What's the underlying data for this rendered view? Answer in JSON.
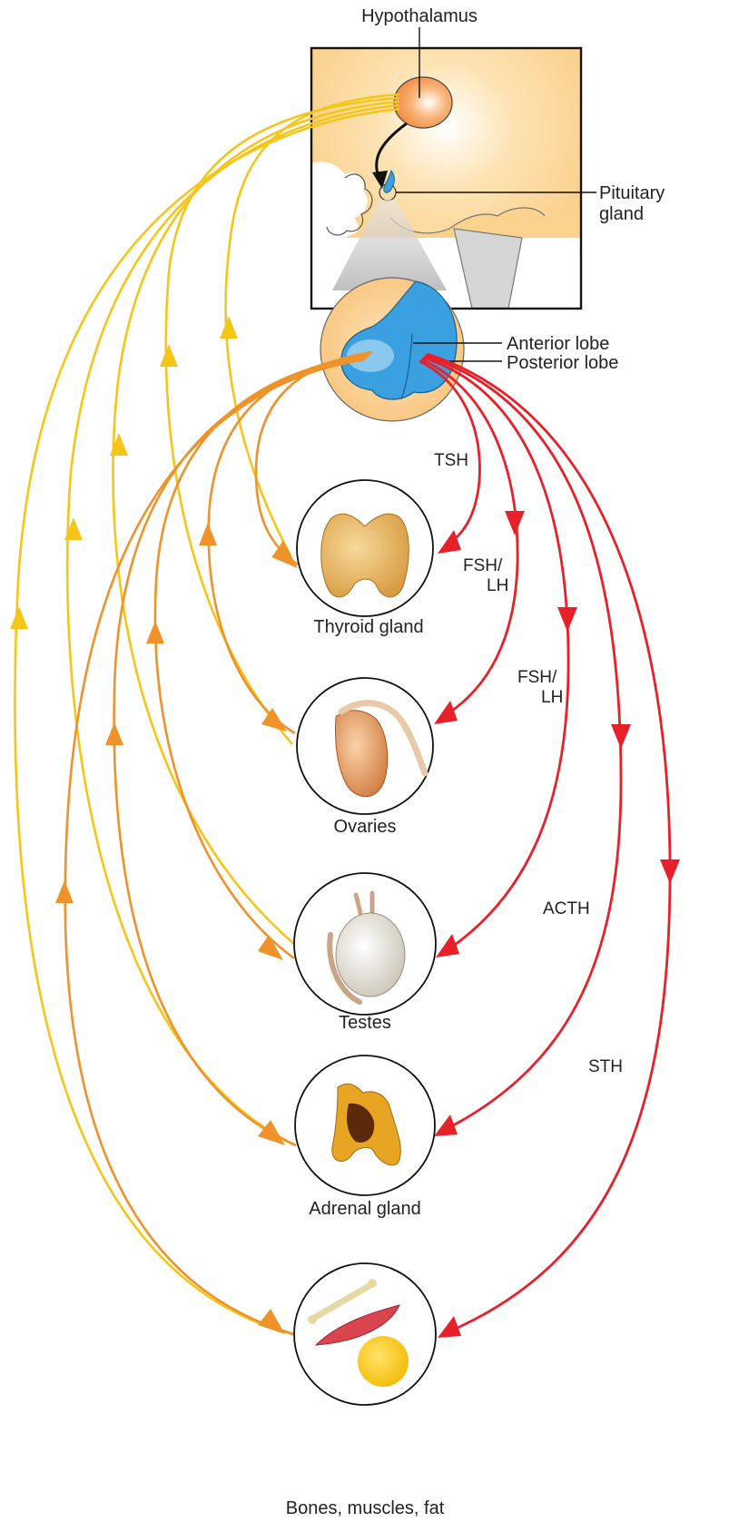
{
  "labels": {
    "hypothalamus": "Hypothalamus",
    "pituitary_1": "Pituitary",
    "pituitary_2": "gland",
    "anterior_lobe": "Anterior lobe",
    "posterior_lobe": "Posterior lobe"
  },
  "hormones": {
    "tsh": "TSH",
    "fsh_lh_1a": "FSH/",
    "fsh_lh_1b": "LH",
    "fsh_lh_2a": "FSH/",
    "fsh_lh_2b": "LH",
    "acth": "ACTH",
    "sth": "STH"
  },
  "organs": [
    {
      "name": "Thyroid gland"
    },
    {
      "name": "Ovaries"
    },
    {
      "name": "Testes"
    },
    {
      "name": "Adrenal gland"
    },
    {
      "name": "Bones, muscles, fat"
    }
  ],
  "colors": {
    "hormone_arrow": "#e8202a",
    "feedback_orange": "#f0922a",
    "feedback_yellow": "#f5c518",
    "brain": "#fbd38f",
    "pituitary_blue": "#3aa0df"
  }
}
